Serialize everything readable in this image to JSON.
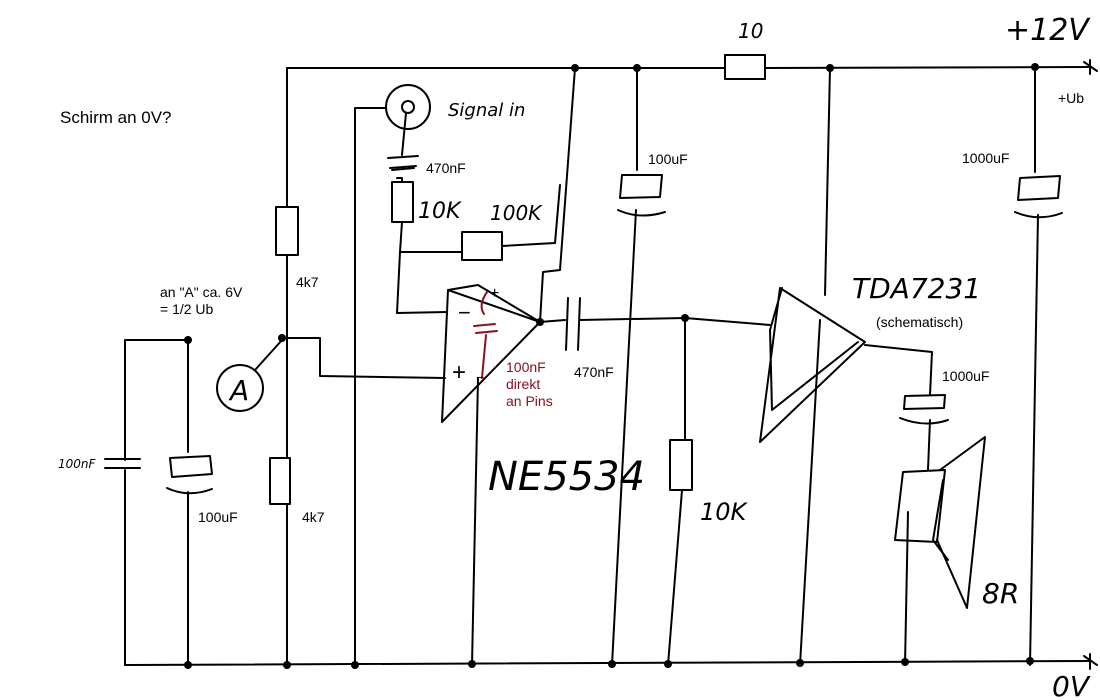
{
  "diagram": {
    "supply_label": "+12V",
    "supply_rail_label": "+Ub",
    "ground_label": "0V",
    "series_resistor": "10",
    "question_note": "Schirm an 0V?",
    "signal_in_label": "Signal in",
    "input_cap": "470nF",
    "input_resistor": "10K",
    "feedback_resistor": "100K",
    "cap_100uF_top": "100uF",
    "cap_1000uF_top": "1000uF",
    "divider_note_line1": "an \"A\" ca. 6V",
    "divider_note_line2": "= 1/2 Ub",
    "divider_top": "4k7",
    "divider_bottom": "4k7",
    "cap_100uF_bottom": "100uF",
    "cap_100nF_left": "100nF",
    "meter_label": "A",
    "opamp_name": "NE5534",
    "decoupling_note_line1": "100nF",
    "decoupling_note_line2": "direkt",
    "decoupling_note_line3": "an Pins",
    "coupling_cap": "470nF",
    "load_resistor": "10K",
    "amp_name": "TDA7231",
    "amp_note": "(schematisch)",
    "output_cap": "1000uF",
    "speaker_label": "8R",
    "opamp_minus": "−",
    "opamp_plus": "+",
    "cap_plus": "+",
    "cap_minus": "−"
  }
}
